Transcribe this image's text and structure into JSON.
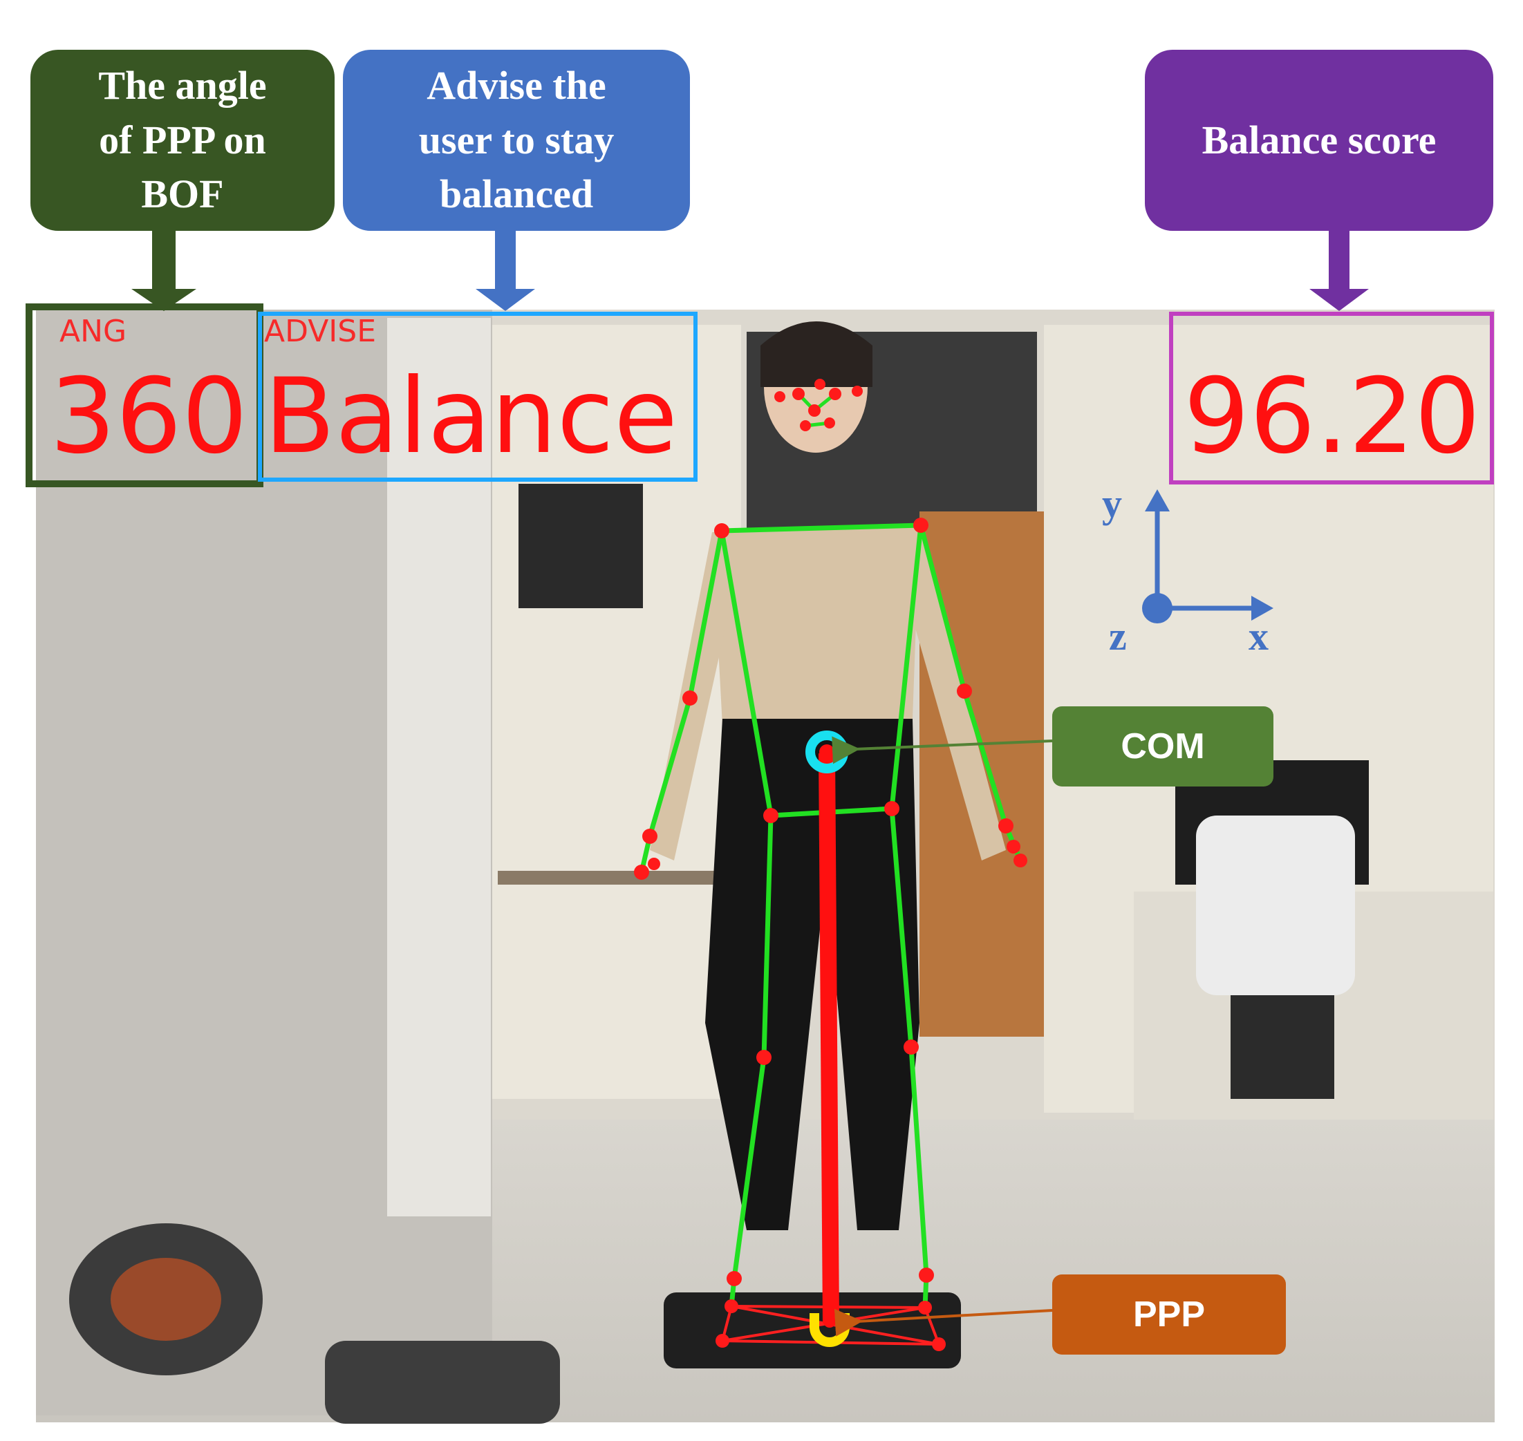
{
  "callouts": {
    "angle": "The angle\nof PPP on\nBOF",
    "advise": "Advise the\nuser to stay\nbalanced",
    "score": "Balance score"
  },
  "overlay": {
    "angle_caption": "ANG",
    "angle_value": "360",
    "advise_caption": "ADVISE",
    "advise_value": "Balance",
    "score_value": "96.20"
  },
  "axes": {
    "y": "y",
    "x": "x",
    "z": "z"
  },
  "labels": {
    "com": "COM",
    "ppp": "PPP"
  },
  "colors": {
    "angle_callout": "#385623",
    "advise_callout": "#4472c4",
    "score_callout": "#7030a0",
    "angle_frame": "#375623",
    "advise_frame": "#1ea7ff",
    "score_frame": "#c040c0",
    "overlay_text": "#ff1010",
    "skeleton_line": "#22e022",
    "skeleton_joint": "#ff1a1a",
    "com_marker": "#19e0f0",
    "ppp_marker": "#ffe100",
    "axis": "#4472c4",
    "com_label": "#548235",
    "ppp_label": "#c55a11"
  }
}
